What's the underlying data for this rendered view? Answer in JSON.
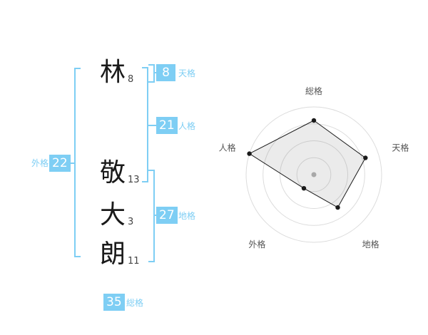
{
  "colors": {
    "accent": "#7ecef4",
    "badge_text": "#ffffff",
    "name_text": "#1a1a1a",
    "stroke_text": "#444444",
    "chart_line": "#1a1a1a",
    "chart_fill": "rgba(130,130,130,0.16)",
    "chart_ring": "#dcdcdc",
    "chart_label": "#555555"
  },
  "name_analysis": {
    "characters": [
      {
        "char": "林",
        "strokes": "8"
      },
      {
        "char": "敬",
        "strokes": "13"
      },
      {
        "char": "大",
        "strokes": "3"
      },
      {
        "char": "朗",
        "strokes": "11"
      }
    ],
    "tenkaku": {
      "label": "天格",
      "value": "8"
    },
    "jinkaku": {
      "label": "人格",
      "value": "21"
    },
    "chikaku": {
      "label": "地格",
      "value": "27"
    },
    "gaikaku": {
      "label": "外格",
      "value": "22"
    },
    "soukaku": {
      "label": "総格",
      "value": "35"
    }
  },
  "chart_data": {
    "type": "radar",
    "title": "",
    "categories": [
      "総格",
      "天格",
      "地格",
      "外格",
      "人格"
    ],
    "values": [
      80,
      80,
      60,
      25,
      100
    ],
    "max": 100,
    "grid_rings": 4,
    "legend": "none",
    "grid": "concentric-circles"
  }
}
